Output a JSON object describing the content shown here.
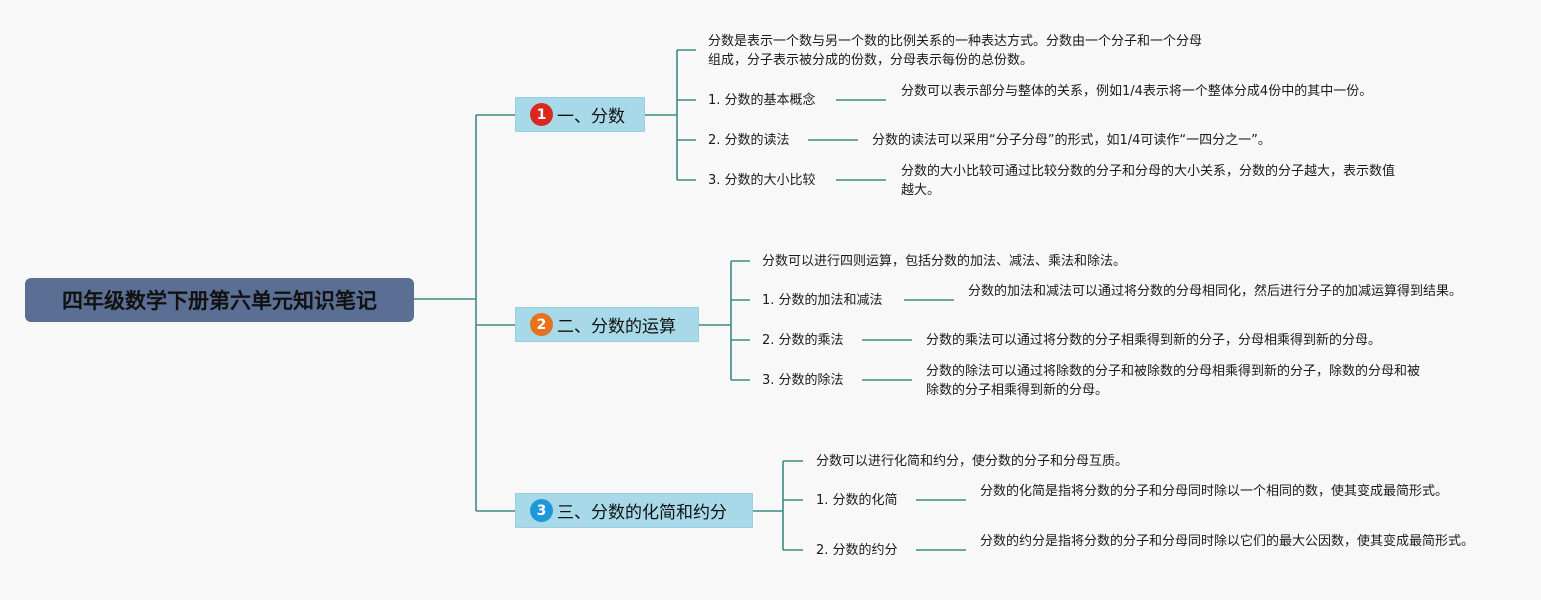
{
  "root": {
    "title": "四年级数学下册第六单元知识笔记"
  },
  "colors": {
    "line": "#3e8a84",
    "root_bg": "#5a6f93",
    "topic_bg": "#a7d9e9",
    "badge1": "#d9281e",
    "badge2": "#e7711c",
    "badge3": "#1e98d8"
  },
  "topics": [
    {
      "number": "1",
      "icon": "number-1-badge-icon",
      "title": "一、分数",
      "intro": "分数是表示一个数与另一个数的比例关系的一种表达方式。分数由一个分子和一个分母组成，分子表示被分成的份数，分母表示每份的总份数。",
      "subs": [
        {
          "label": "1. 分数的基本概念",
          "desc": "分数可以表示部分与整体的关系，例如1/4表示将一个整体分成4份中的其中一份。"
        },
        {
          "label": "2. 分数的读法",
          "desc": "分数的读法可以采用“分子分母”的形式，如1/4可读作“一四分之一”。"
        },
        {
          "label": "3. 分数的大小比较",
          "desc": "分数的大小比较可通过比较分数的分子和分母的大小关系，分数的分子越大，表示数值越大。"
        }
      ]
    },
    {
      "number": "2",
      "icon": "number-2-badge-icon",
      "title": "二、分数的运算",
      "intro": "分数可以进行四则运算，包括分数的加法、减法、乘法和除法。",
      "subs": [
        {
          "label": "1. 分数的加法和减法",
          "desc": "分数的加法和减法可以通过将分数的分母相同化，然后进行分子的加减运算得到结果。"
        },
        {
          "label": "2. 分数的乘法",
          "desc": "分数的乘法可以通过将分数的分子相乘得到新的分子，分母相乘得到新的分母。"
        },
        {
          "label": "3. 分数的除法",
          "desc": "分数的除法可以通过将除数的分子和被除数的分母相乘得到新的分子，除数的分母和被除数的分子相乘得到新的分母。"
        }
      ]
    },
    {
      "number": "3",
      "icon": "number-3-badge-icon",
      "title": "三、分数的化简和约分",
      "intro": "分数可以进行化简和约分，使分数的分子和分母互质。",
      "subs": [
        {
          "label": "1. 分数的化简",
          "desc": "分数的化简是指将分数的分子和分母同时除以一个相同的数，使其变成最简形式。"
        },
        {
          "label": "2. 分数的约分",
          "desc": "分数的约分是指将分数的分子和分母同时除以它们的最大公因数，使其变成最简形式。"
        }
      ]
    }
  ]
}
